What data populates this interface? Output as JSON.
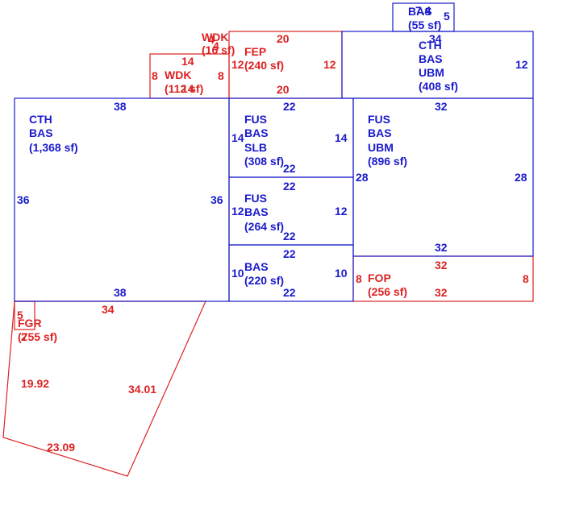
{
  "colors": {
    "living": "#1a1acc",
    "other": "#dd2222"
  },
  "areas": {
    "bas_top": {
      "lines": [
        "BAS",
        "(55 sf)"
      ],
      "dims": [
        "7.4",
        "5"
      ]
    },
    "cth_upper": {
      "lines": [
        "CTH",
        "BAS",
        "UBM",
        "(408 sf)"
      ],
      "dims": [
        "34",
        "12"
      ]
    },
    "wdk_small": {
      "lines": [
        "WDK",
        "(16 sf)"
      ],
      "dims": [
        "4",
        "4"
      ]
    },
    "fep": {
      "lines": [
        "FEP",
        "(240 sf)"
      ],
      "dims": [
        "20",
        "12",
        "12",
        "20"
      ]
    },
    "wdk": {
      "lines": [
        "WDK",
        "(112 sf)"
      ],
      "dims": [
        "14",
        "8",
        "8",
        "14"
      ]
    },
    "cth_main": {
      "lines": [
        "CTH",
        "BAS",
        "(1,368 sf)"
      ],
      "dims": [
        "38",
        "36",
        "36",
        "38"
      ]
    },
    "fus_slb": {
      "lines": [
        "FUS",
        "BAS",
        "SLB",
        "(308 sf)"
      ],
      "dims": [
        "22",
        "14",
        "14",
        "22"
      ]
    },
    "fus_ubm": {
      "lines": [
        "FUS",
        "BAS",
        "UBM",
        "(896 sf)"
      ],
      "dims": [
        "32",
        "28",
        "28",
        "32"
      ]
    },
    "fus_bas": {
      "lines": [
        "FUS",
        "BAS",
        "(264 sf)"
      ],
      "dims": [
        "22",
        "12",
        "12",
        "22"
      ]
    },
    "bas": {
      "lines": [
        "BAS",
        "(220 sf)"
      ],
      "dims": [
        "22",
        "10",
        "10",
        "22"
      ]
    },
    "fop": {
      "lines": [
        "FOP",
        "(256 sf)"
      ],
      "dims": [
        "32",
        "8",
        "8",
        "32"
      ]
    },
    "fgr": {
      "lines": [
        "FGR",
        "(755 sf)"
      ],
      "dims": [
        "5",
        "34",
        "2",
        "19.92",
        "34.01",
        "23.09"
      ]
    }
  }
}
